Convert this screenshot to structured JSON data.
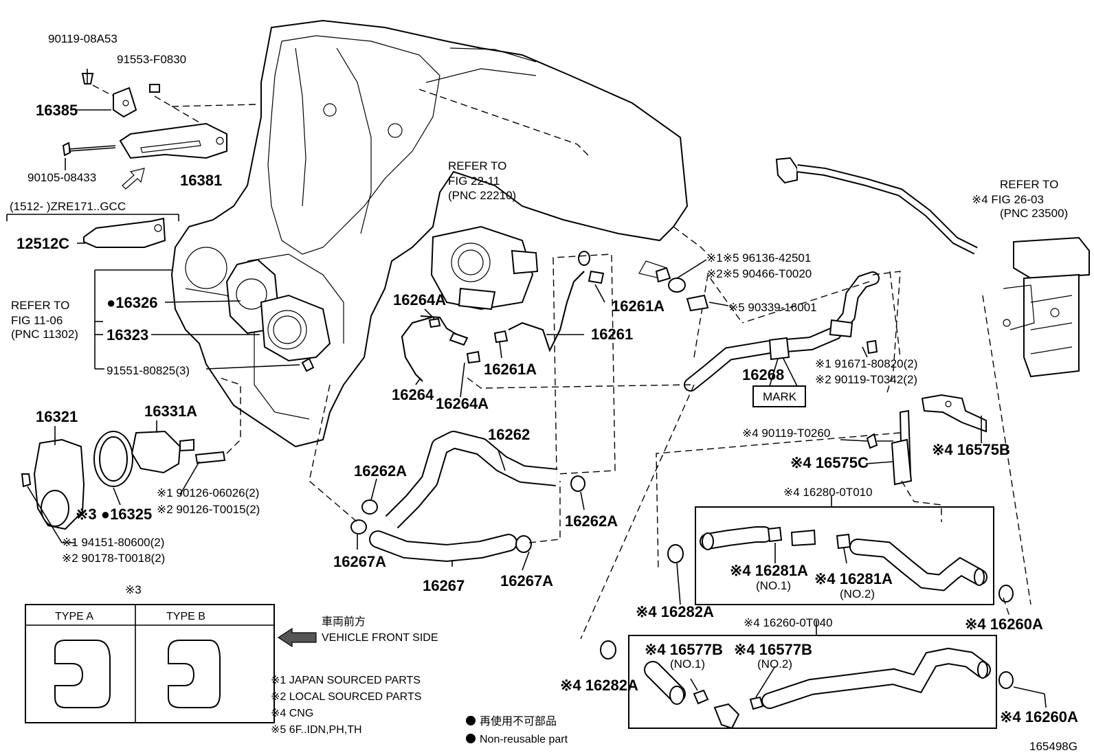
{
  "diagram_id": "165498G",
  "labels": {
    "bolt_08A53": "90119-08A53",
    "bolt_F0830": "91553-F0830",
    "p16385": "16385",
    "p16381": "16381",
    "bolt_08433": "90105-08433",
    "applicability": "(1512-      )ZRE171..GCC",
    "p12512C": "12512C",
    "refer_11_a": "REFER TO",
    "refer_11_b": "FIG 11-06",
    "refer_11_c": "(PNC 11302)",
    "p16326": "●16326",
    "p16323": "16323",
    "bolt_80825": "91551-80825(3)",
    "p16321": "16321",
    "p16331A": "16331A",
    "p16325": "※3 ●16325",
    "stud_1": "※1 90126-06026(2)",
    "stud_2": "※2 90126-T0015(2)",
    "gasket_1": "※1 94151-80600(2)",
    "gasket_2": "※2 90178-T0018(2)",
    "refer_22_a": "REFER TO",
    "refer_22_b": "FIG 22-11",
    "refer_22_c": "(PNC 22210)",
    "p16264A_top": "16264A",
    "p16264": "16264",
    "p16264A_bot": "16264A",
    "p16261A_top": "16261A",
    "p16261": "16261",
    "p16261A_bot": "16261A",
    "p16262": "16262",
    "p16262A_left": "16262A",
    "p16262A_right": "16262A",
    "p16267A_left": "16267A",
    "p16267": "16267",
    "p16267A_right": "16267A",
    "hose_1": "※1※5 96136-42501",
    "hose_2": "※2※5 90466-T0020",
    "hose_3": "※5 90339-16001",
    "p16268": "16268",
    "mark": "MARK",
    "bolt_80820": "※1 91671-80820(2)",
    "bolt_T0342": "※2 90119-T0342(2)",
    "bolt_T0260": "※4 90119-T0260",
    "p16575C": "※4  16575C",
    "p16575B": "※4 16575B",
    "refer_26_a": "REFER TO",
    "refer_26_b": "※4  FIG 26-03",
    "refer_26_c": "(PNC 23500)",
    "assy_0T010": "※4  16280-0T010",
    "p16281A_1": "※4  16281A",
    "no1_a": "(NO.1)",
    "p16281A_2": "※4  16281A",
    "no2_a": "(NO.2)",
    "p16282A_top": "※4 16282A",
    "p16260A_top": "※4 16260A",
    "assy_0T040": "※4  16260-0T040",
    "p16577B_1": "※4  16577B",
    "no1_b": "(NO.1)",
    "p16577B_2": "※4  16577B",
    "no2_b": "(NO.2)",
    "p16282A_bot": "※4 16282A",
    "p16260A_bot": "※4  16260A"
  },
  "type_table": {
    "heading": "※3",
    "type_a": "TYPE  A",
    "type_b": "TYPE  B"
  },
  "front_side": {
    "jp": "車両前方",
    "en": "VEHICLE FRONT SIDE"
  },
  "notes": [
    "※1 JAPAN SOURCED PARTS",
    "※2 LOCAL SOURCED PARTS",
    "※4 CNG",
    "※5 6F..IDN,PH,TH"
  ],
  "legend": {
    "jp": "再使用不可部品",
    "en": "Non-reusable part"
  }
}
